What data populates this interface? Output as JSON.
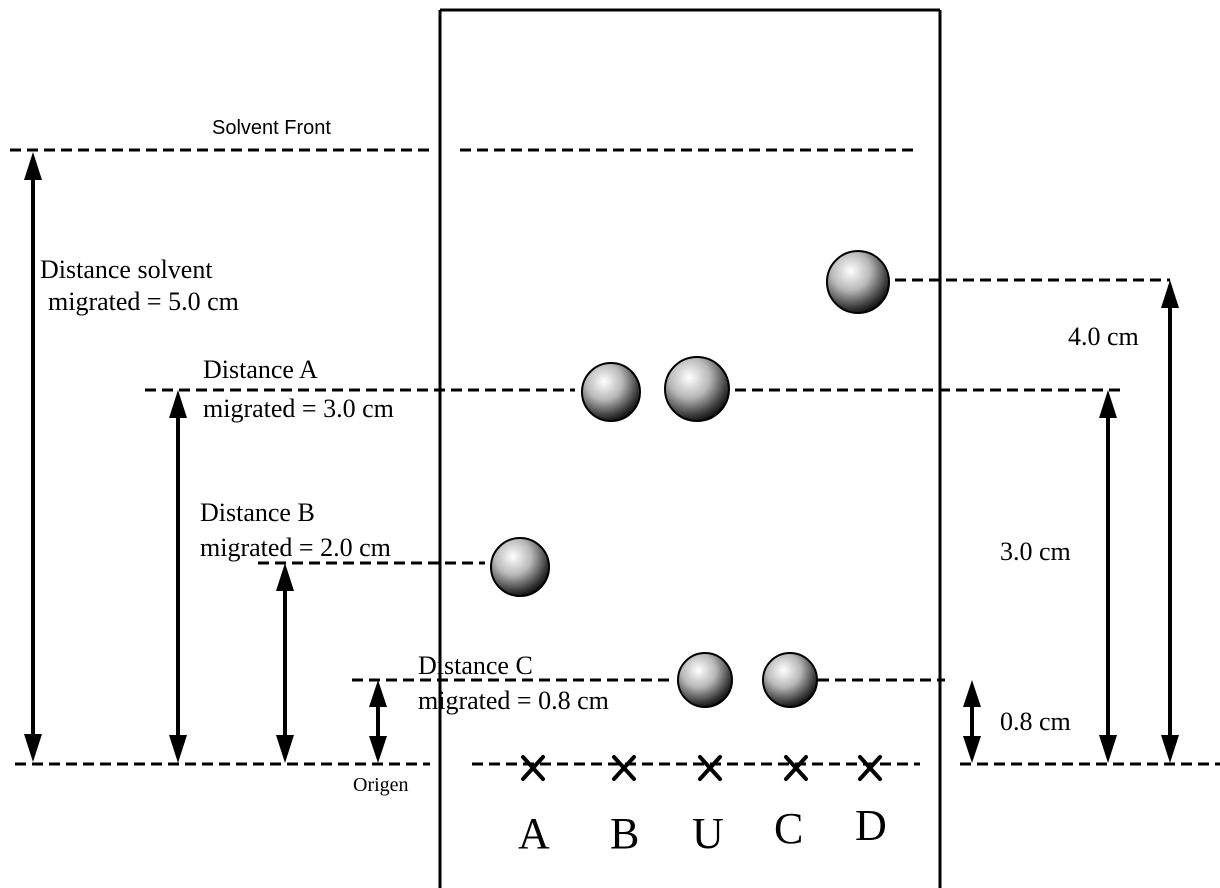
{
  "diagram": {
    "solvent_front": "Solvent Front",
    "origin": "Origen",
    "left_labels": {
      "solvent_line1": "Distance solvent",
      "solvent_line2": "migrated = 5.0 cm",
      "a_line1": "Distance A",
      "a_line2": "migrated = 3.0 cm",
      "b_line1": "Distance B",
      "b_line2": "migrated = 2.0 cm",
      "c_line1": "Distance C",
      "c_line2": "migrated = 0.8 cm"
    },
    "right_labels": {
      "d_distance": "4.0 cm",
      "a_distance": "3.0 cm",
      "c_distance": "0.8 cm"
    },
    "lanes": [
      "A",
      "B",
      "U",
      "C",
      "D"
    ],
    "colors": {
      "line": "#000000",
      "spot_light": "#ffffff",
      "spot_dark": "#111111"
    }
  }
}
